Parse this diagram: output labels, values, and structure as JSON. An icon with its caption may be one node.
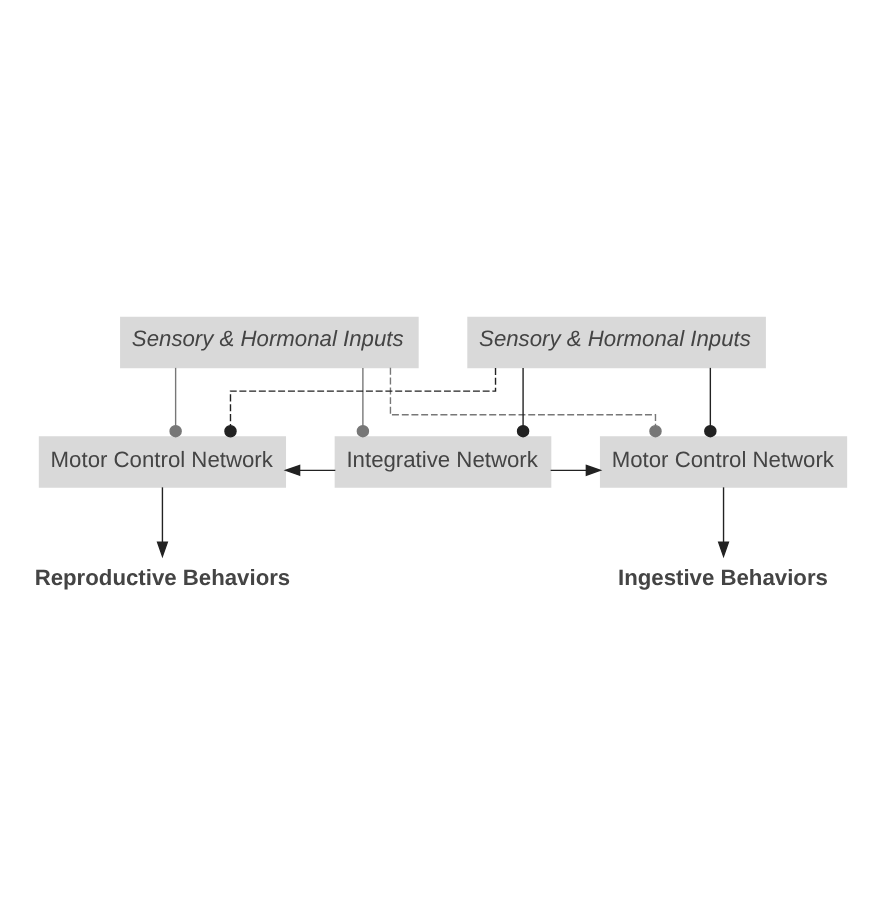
{
  "diagram": {
    "nodes": [
      {
        "text": [
          "Sensory & Hormonal Inputs"
        ]
      },
      {
        "text": [
          "Sensory & Hormonal Inputs"
        ]
      },
      {
        "text": [
          "Motor Control Network"
        ]
      },
      {
        "text": [
          "Integrative Network"
        ]
      },
      {
        "text": [
          "Motor Control Network"
        ]
      },
      {
        "text": [
          "Reproductive Behaviors"
        ]
      },
      {
        "text": [
          "Ingestive Behaviors"
        ]
      }
    ],
    "edges": [
      {
        "from": 0,
        "to": 2,
        "arrow": "other",
        "color": "#777777"
      },
      {
        "from": 0,
        "to": 3,
        "arrow": "other",
        "color": "#777777"
      },
      {
        "from": 0,
        "to": 4,
        "arrow": "other",
        "style": "dashed",
        "color": "#777777"
      },
      {
        "from": 1,
        "to": 4,
        "arrow": "other"
      },
      {
        "from": 1,
        "to": 3,
        "arrow": "other"
      },
      {
        "from": 1,
        "to": 2,
        "arrow": "other",
        "style": "dashed"
      },
      {
        "from": 3,
        "to": 2,
        "arrow": "to"
      },
      {
        "from": 3,
        "to": 4,
        "arrow": "to"
      },
      {
        "from": 2,
        "to": 5,
        "arrow": "to"
      },
      {
        "from": 4,
        "to": 6,
        "arrow": "to"
      }
    ]
  }
}
